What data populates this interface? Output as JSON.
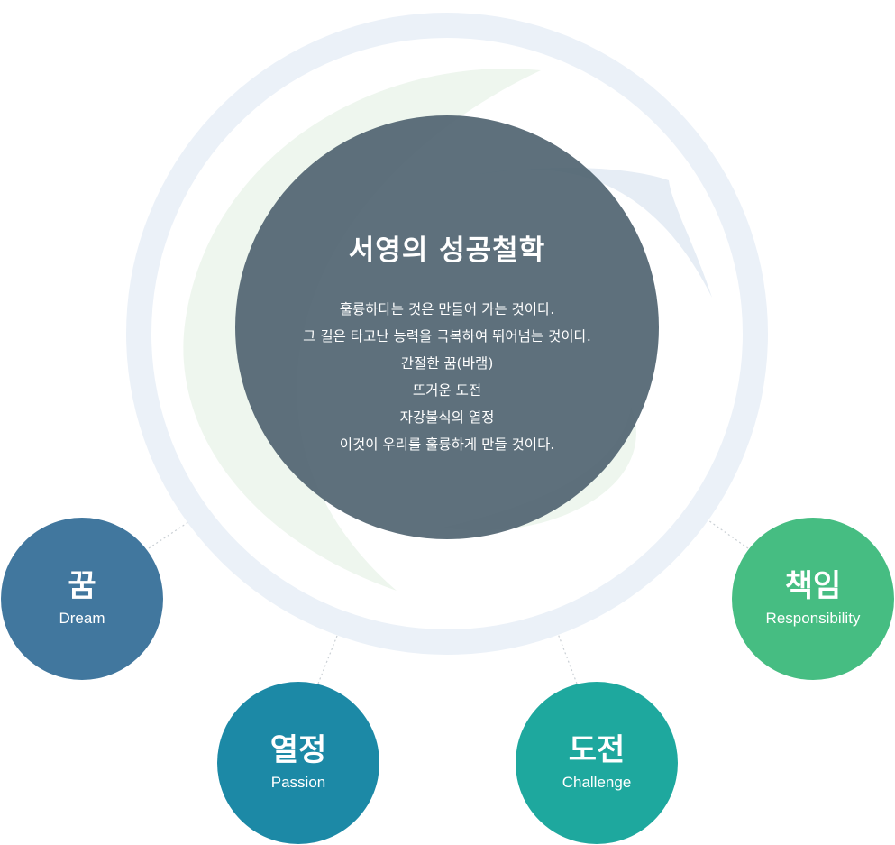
{
  "center": {
    "title": "서영의 성공철학",
    "lines": [
      "훌륭하다는 것은 만들어 가는 것이다.",
      "그 길은 타고난 능력을 극복하여 뛰어넘는 것이다.",
      "간절한 꿈(바램)",
      "뜨거운 도전",
      "자강불식의 열정",
      "이것이 우리를 훌륭하게 만들 것이다."
    ]
  },
  "nodes": {
    "dream": {
      "ko": "꿈",
      "en": "Dream"
    },
    "passion": {
      "ko": "열정",
      "en": "Passion"
    },
    "challenge": {
      "ko": "도전",
      "en": "Challenge"
    },
    "responsibility": {
      "ko": "책임",
      "en": "Responsibility"
    }
  },
  "colors": {
    "ring": "#ebf1f8",
    "center": "#4d606e",
    "dream": "#41779e",
    "passion": "#1c89a6",
    "challenge": "#1ea89e",
    "responsibility": "#46bd82"
  }
}
